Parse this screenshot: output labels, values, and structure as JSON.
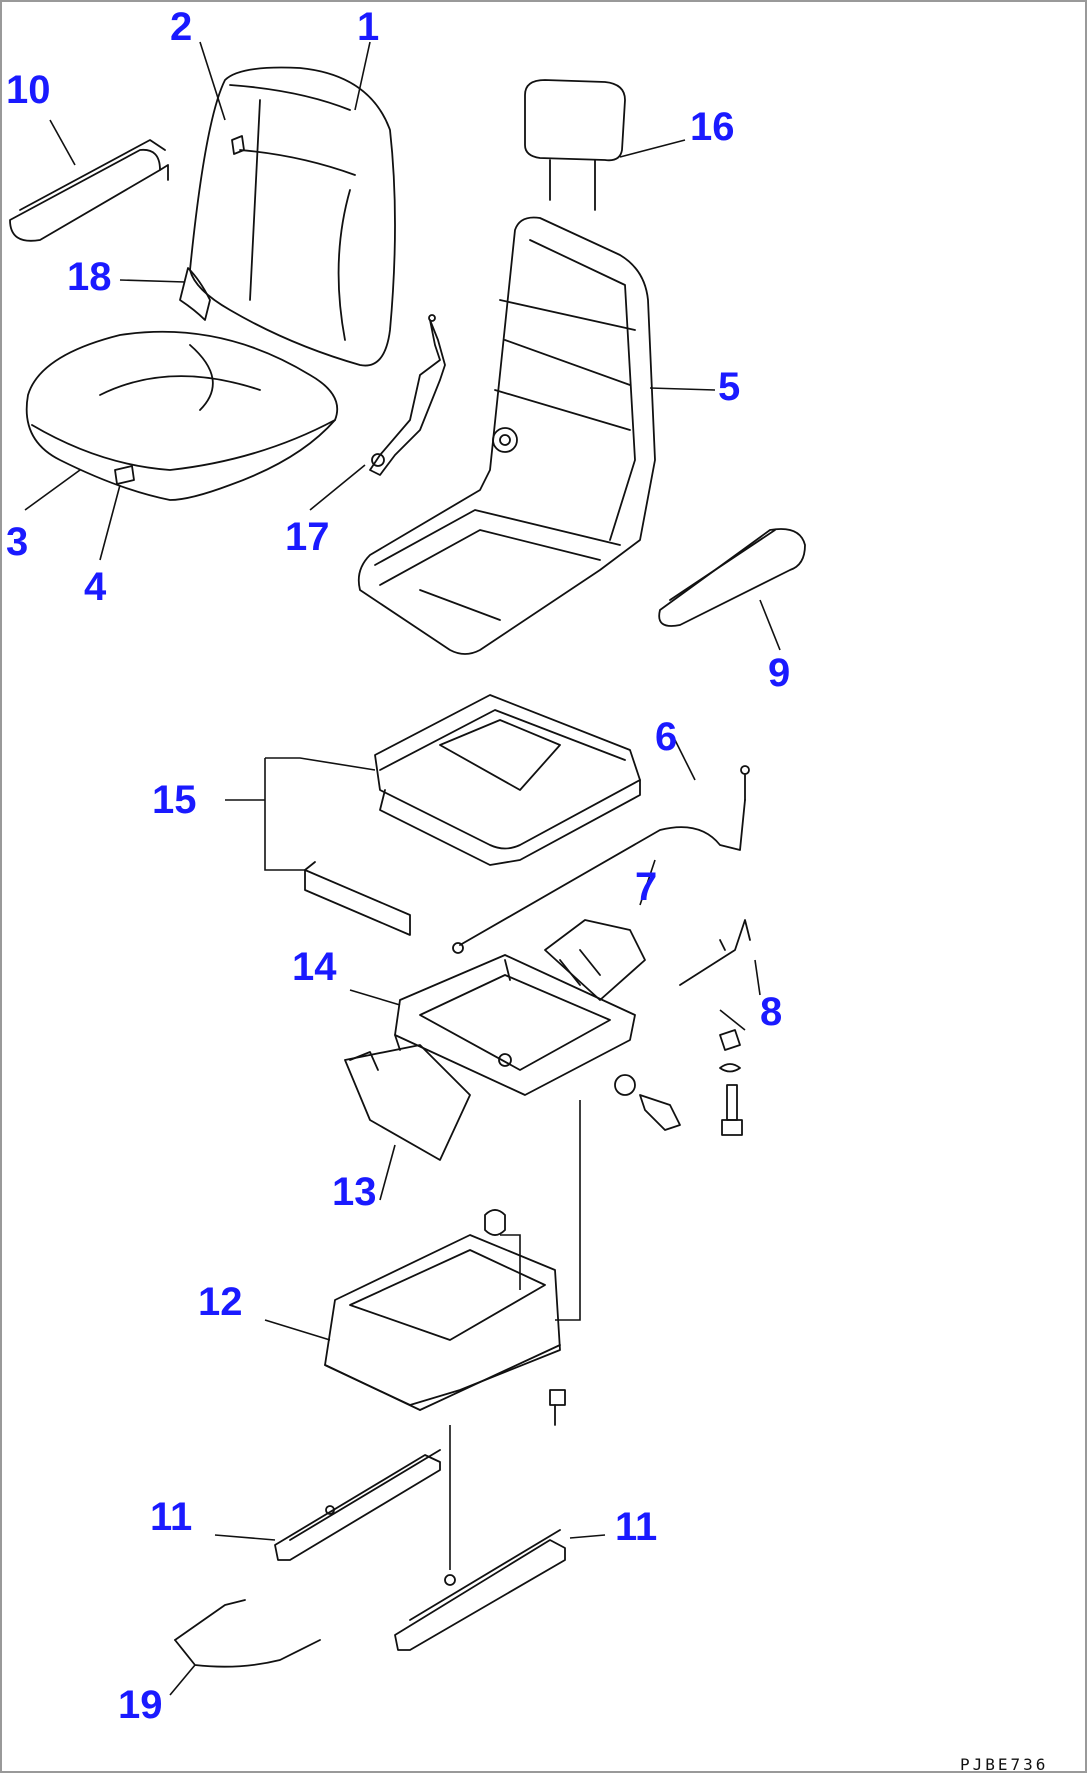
{
  "callouts": [
    {
      "id": "1",
      "label": "1"
    },
    {
      "id": "2",
      "label": "2"
    },
    {
      "id": "3",
      "label": "3"
    },
    {
      "id": "4",
      "label": "4"
    },
    {
      "id": "5",
      "label": "5"
    },
    {
      "id": "6",
      "label": "6"
    },
    {
      "id": "7",
      "label": "7"
    },
    {
      "id": "8",
      "label": "8"
    },
    {
      "id": "9",
      "label": "9"
    },
    {
      "id": "10",
      "label": "10"
    },
    {
      "id": "11a",
      "label": "11"
    },
    {
      "id": "11b",
      "label": "11"
    },
    {
      "id": "12",
      "label": "12"
    },
    {
      "id": "13",
      "label": "13"
    },
    {
      "id": "14",
      "label": "14"
    },
    {
      "id": "15",
      "label": "15"
    },
    {
      "id": "16",
      "label": "16"
    },
    {
      "id": "17",
      "label": "17"
    },
    {
      "id": "18",
      "label": "18"
    },
    {
      "id": "19",
      "label": "19"
    }
  ],
  "drawing_code": "PJBE736",
  "colors": {
    "callout": "#1a1aff",
    "line": "#111111",
    "frame": "#999999"
  }
}
